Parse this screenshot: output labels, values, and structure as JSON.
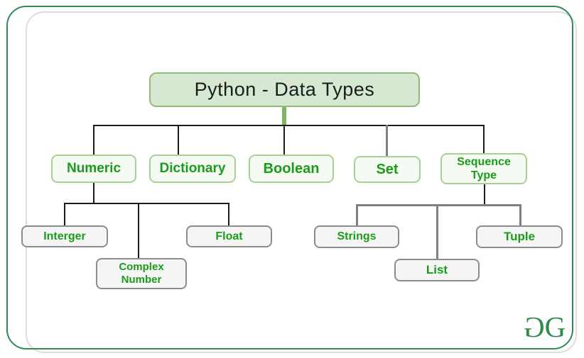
{
  "title": "Python - Data Types",
  "tree": {
    "root": {
      "label": "Python - Data Types"
    },
    "level1": [
      {
        "label": "Numeric"
      },
      {
        "label": "Dictionary"
      },
      {
        "label": "Boolean"
      },
      {
        "label": "Set"
      },
      {
        "label": "Sequence Type"
      }
    ],
    "numeric_children": [
      {
        "label": "Interger"
      },
      {
        "label": "Complex Number"
      },
      {
        "label": "Float"
      }
    ],
    "sequence_children": [
      {
        "label": "Strings"
      },
      {
        "label": "List"
      },
      {
        "label": "Tuple"
      }
    ]
  },
  "logo": {
    "first_letter": "G",
    "second_letter": "G"
  },
  "colors": {
    "root_fill": "#d6e8d2",
    "root_border": "#8fbc79",
    "level1_fill": "#f5faf3",
    "level1_border": "#a8cf98",
    "leaf_fill": "#f5f5f5",
    "leaf_border": "#8c8c8c",
    "node_text_green": "#1a9c1a",
    "connector_black": "#1a1a1a",
    "connector_gray": "#808080",
    "connector_green_stub": "#82b366",
    "frame_green": "#2e8b57",
    "frame_gray": "#dcdcdc",
    "logo_green": "#2f8b4c"
  }
}
